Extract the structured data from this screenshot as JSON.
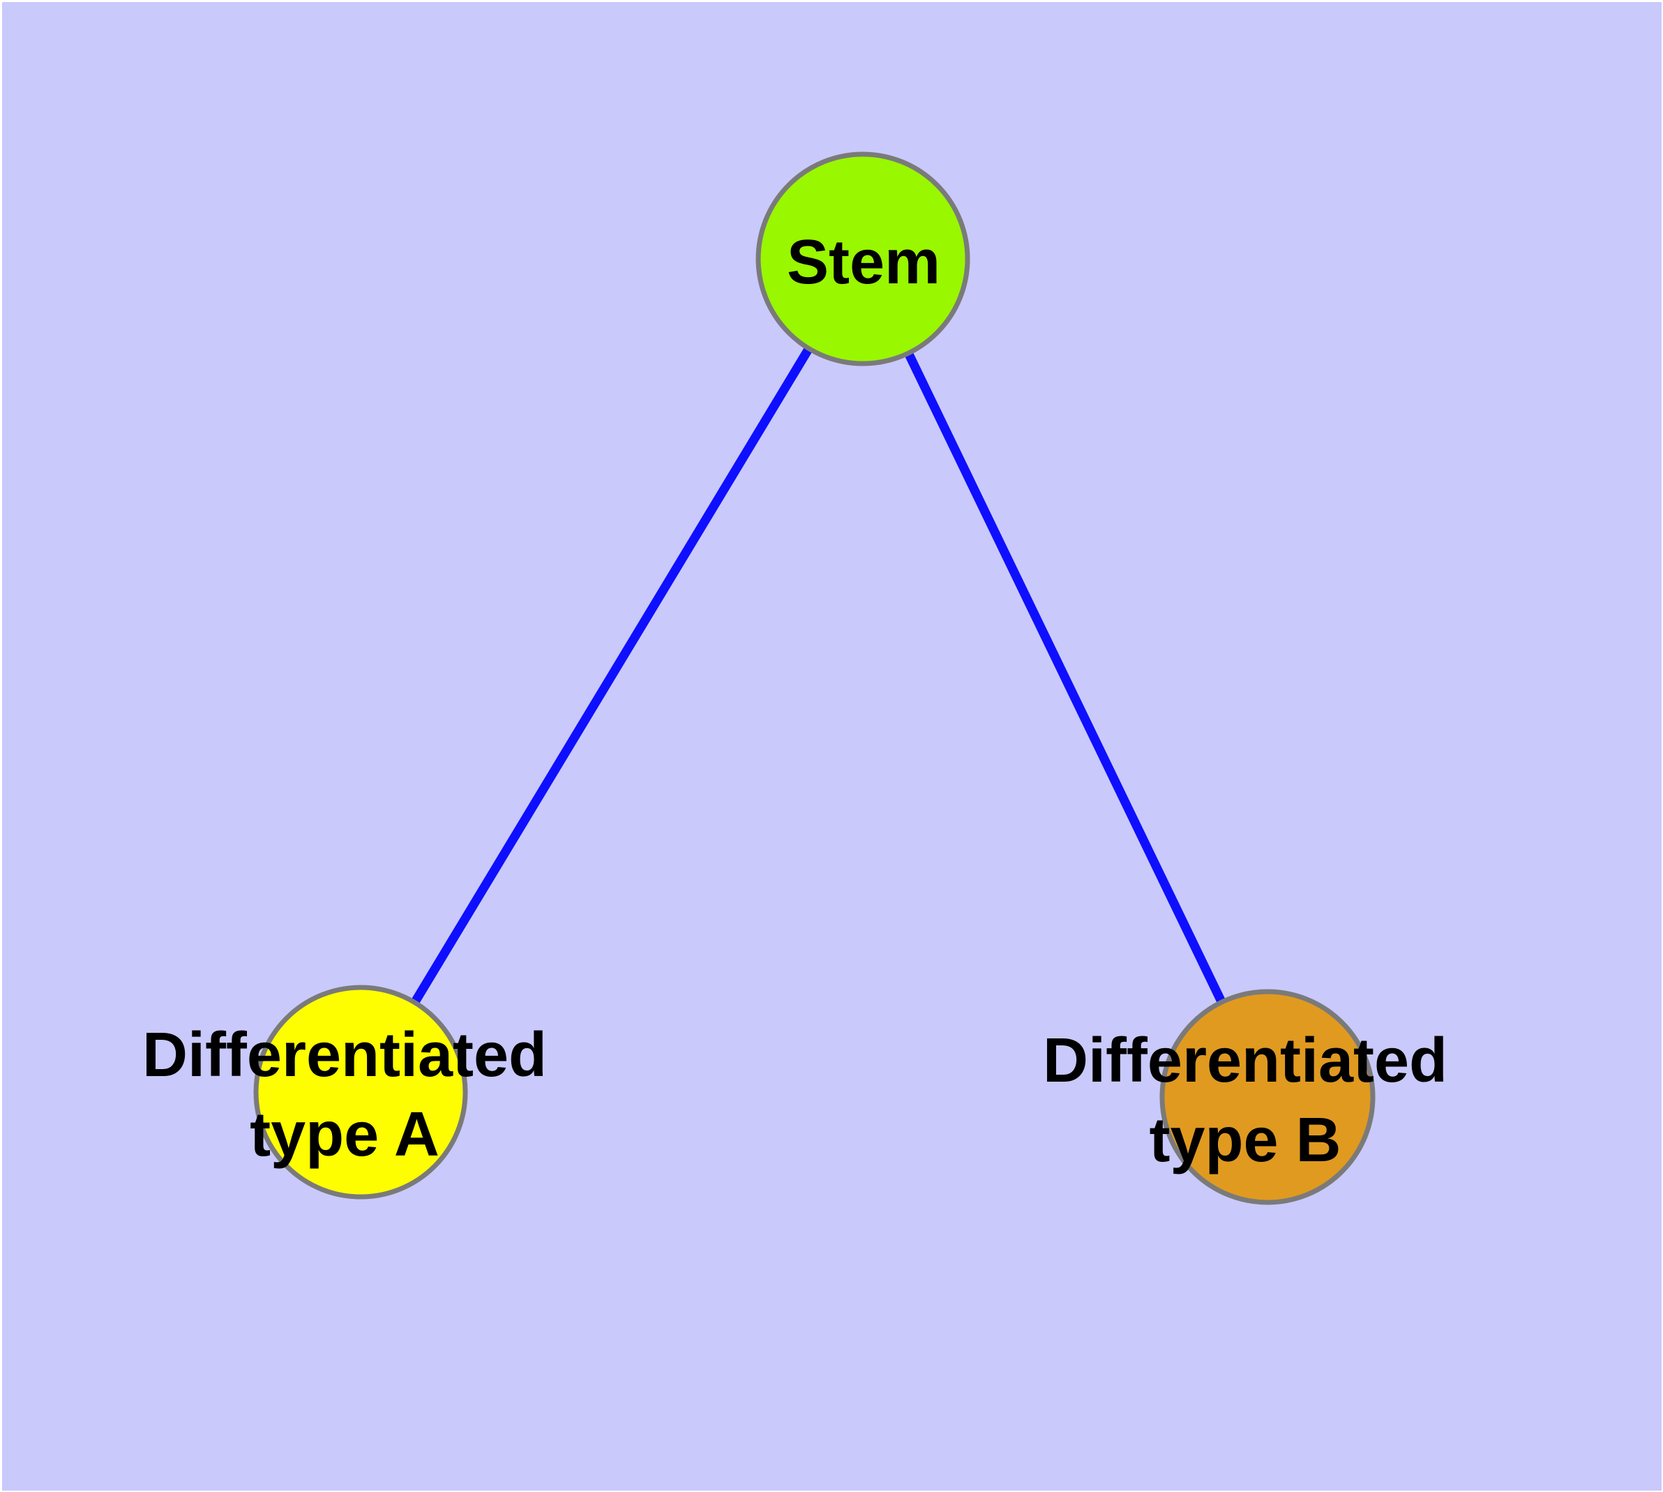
{
  "diagram": {
    "background_color": "#c9c9fb",
    "frame_color": "#ffffff",
    "edge_color": "#0f0fff",
    "node_border_color": "#7a7a7a",
    "text_color": "#000000",
    "nodes": {
      "stem": {
        "label": "Stem",
        "fill": "#99f700"
      },
      "type_a": {
        "label_line1": "Differentiated",
        "label_line2": "type A",
        "fill": "#fefe00"
      },
      "type_b": {
        "label_line1": "Differentiated",
        "label_line2": "type B",
        "fill": "#e09a20"
      }
    },
    "edges": [
      {
        "from": "Stem",
        "to": "Differentiated type A"
      },
      {
        "from": "Stem",
        "to": "Differentiated type B"
      }
    ]
  }
}
